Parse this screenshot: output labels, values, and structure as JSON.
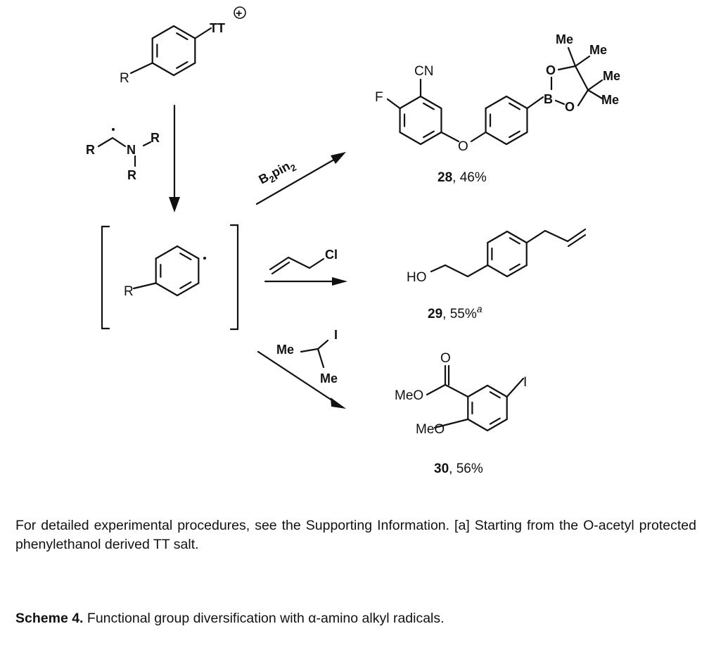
{
  "scheme": {
    "starting_material": {
      "r": "R",
      "tt": "TT",
      "charge": "+"
    },
    "amine_radical": {
      "r1": "R",
      "n": "N",
      "r2": "R",
      "r3": "R"
    },
    "intermediate": {
      "r": "R"
    },
    "reagents": {
      "borylation": {
        "b": "B",
        "sub": "2",
        "rest": "pin",
        "sub2": "2"
      },
      "allylation": {
        "cl": "Cl"
      },
      "iodination": {
        "me1": "Me",
        "i": "I",
        "me2": "Me"
      }
    },
    "products": [
      {
        "number": "28",
        "yield": ", 46%",
        "footnote": "",
        "atoms": {
          "f": "F",
          "cn": "CN",
          "o": "O",
          "b": "B",
          "o1": "O",
          "o2": "O",
          "me": [
            "Me",
            "Me",
            "Me",
            "Me"
          ]
        }
      },
      {
        "number": "29",
        "yield": ", 55%",
        "footnote": "a",
        "atoms": {
          "ho": "HO"
        }
      },
      {
        "number": "30",
        "yield": ", 56%",
        "footnote": "",
        "atoms": {
          "o": "O",
          "meo1": "MeO",
          "meo2": "MeO",
          "i": "I"
        }
      }
    ]
  },
  "note": "For detailed experimental procedures, see the Supporting Information. [a] Starting from the O-acetyl protected phenylethanol derived TT salt.",
  "caption": {
    "label": "Scheme 4.",
    "text": " Functional group diversification with α-amino alkyl radicals."
  }
}
